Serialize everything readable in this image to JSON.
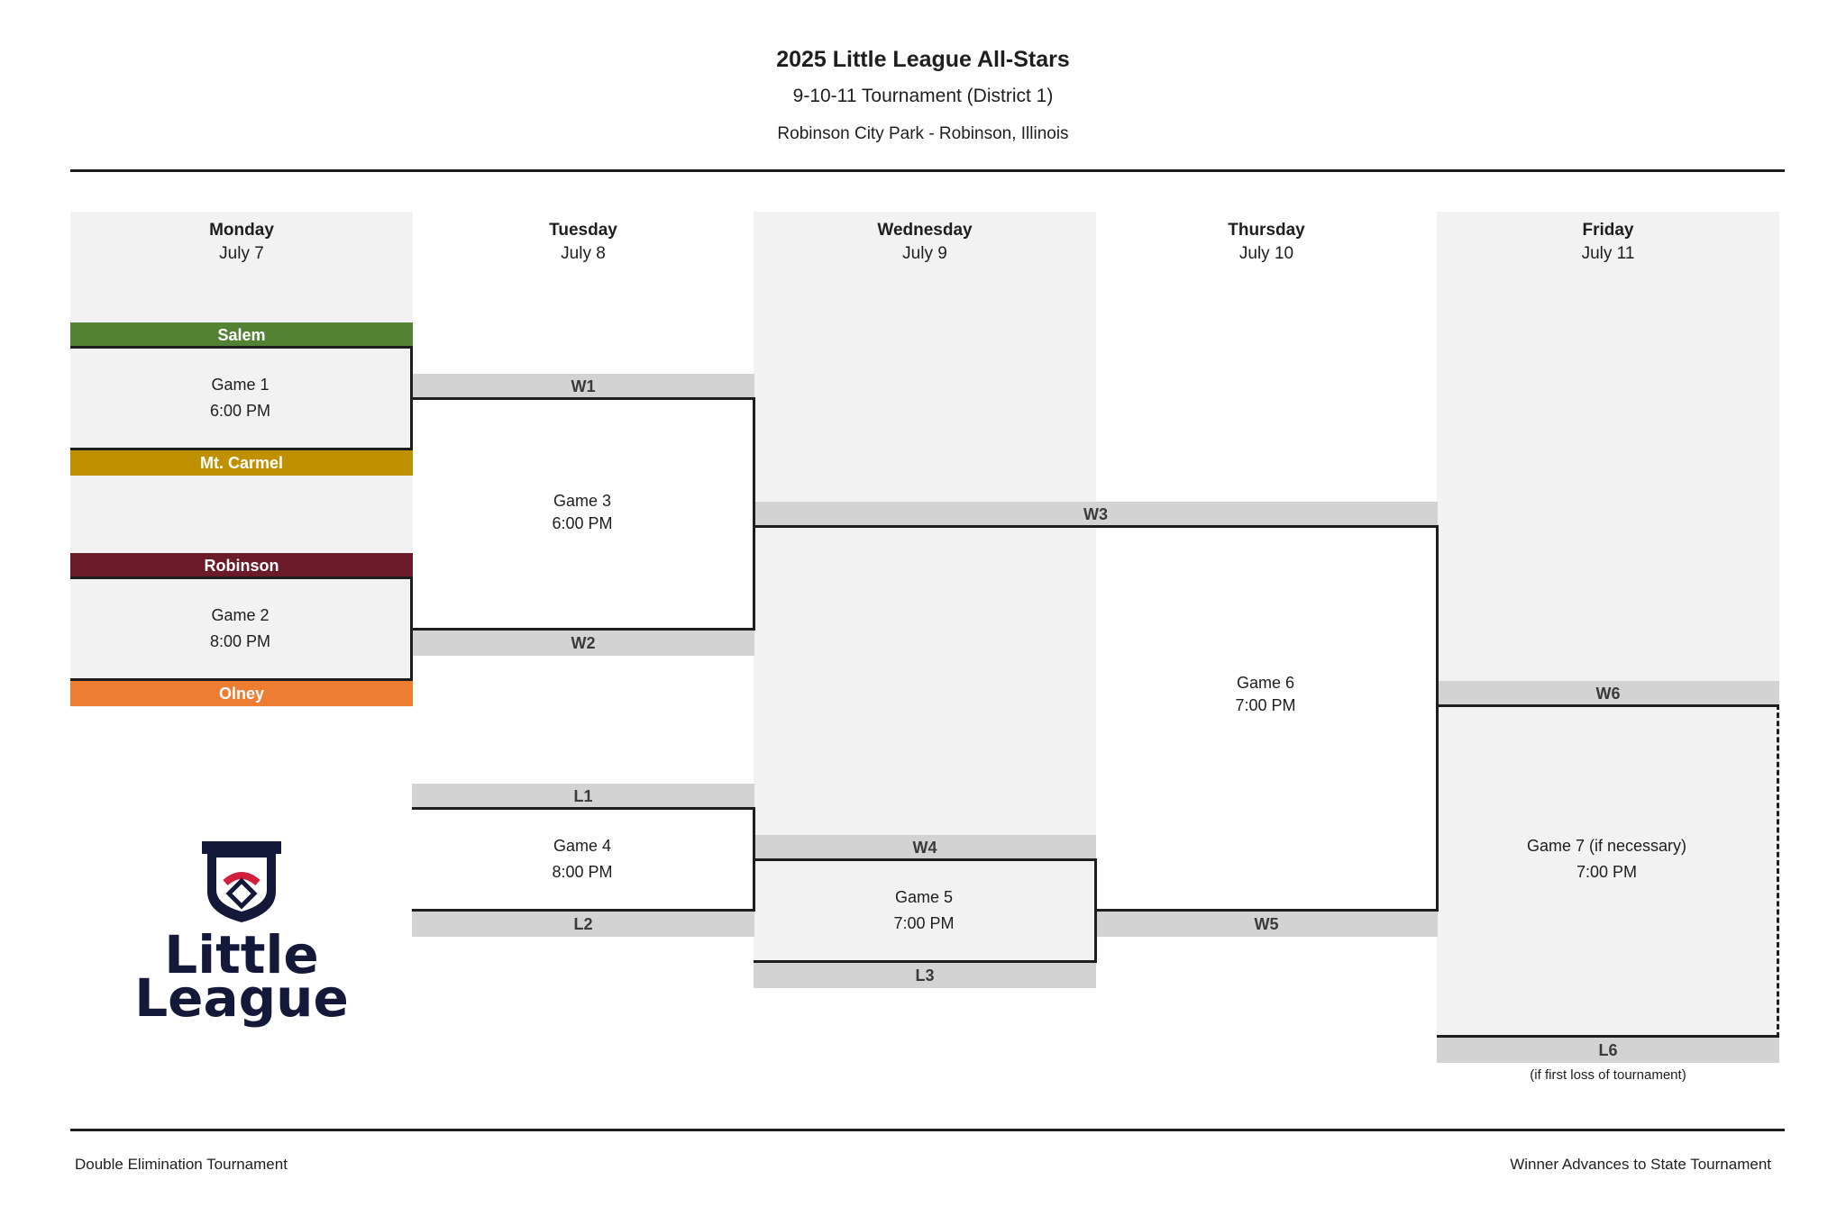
{
  "header": {
    "title": "2025 Little League All-Stars",
    "subtitle": "9-10-11 Tournament (District 1)",
    "venue": "Robinson City Park - Robinson, Illinois"
  },
  "days": [
    {
      "name": "Monday",
      "date": "July 7"
    },
    {
      "name": "Tuesday",
      "date": "July 8"
    },
    {
      "name": "Wednesday",
      "date": "July 9"
    },
    {
      "name": "Thursday",
      "date": "July 10"
    },
    {
      "name": "Friday",
      "date": "July 11"
    }
  ],
  "teams": {
    "salem": {
      "name": "Salem",
      "color": "#548235"
    },
    "mt_carmel": {
      "name": "Mt. Carmel",
      "color": "#bf9000"
    },
    "robinson": {
      "name": "Robinson",
      "color": "#6b1a2a"
    },
    "olney": {
      "name": "Olney",
      "color": "#ed7d31"
    }
  },
  "games": {
    "g1": {
      "label": "Game 1",
      "time": "6:00 PM"
    },
    "g2": {
      "label": "Game 2",
      "time": "8:00 PM"
    },
    "g3": {
      "label": "Game 3",
      "time": "6:00 PM"
    },
    "g4": {
      "label": "Game 4",
      "time": "8:00 PM"
    },
    "g5": {
      "label": "Game 5",
      "time": "7:00 PM"
    },
    "g6": {
      "label": "Game 6",
      "time": "7:00 PM"
    },
    "g7": {
      "label": "Game 7 (if necessary)",
      "time": "7:00 PM"
    }
  },
  "slots": {
    "w1": "W1",
    "w2": "W2",
    "l1": "L1",
    "l2": "L2",
    "w3": "W3",
    "w4": "W4",
    "l3": "L3",
    "w5": "W5",
    "w6": "W6",
    "l6": "L6"
  },
  "l6_note": "(if first loss of tournament)",
  "logo": {
    "line1": "Little",
    "line2": "League",
    "icon": "keystone-shield-icon"
  },
  "footer": {
    "left": "Double Elimination Tournament",
    "right": "Winner Advances to State Tournament"
  }
}
